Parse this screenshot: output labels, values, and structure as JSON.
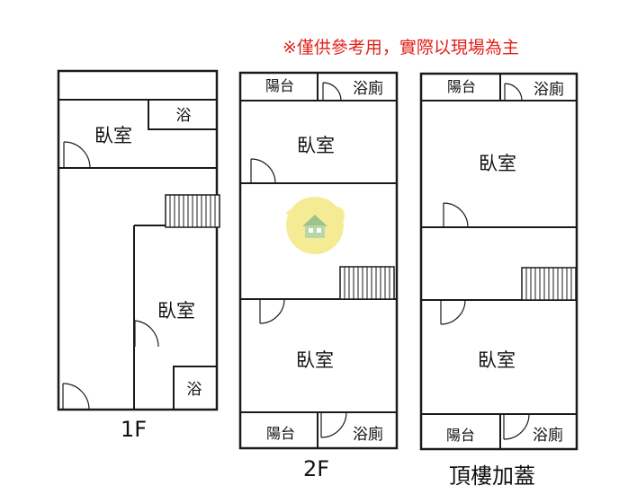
{
  "disclaimer": "※僅供參考用，實際以現場為主",
  "floors": {
    "f1": {
      "label": "1F",
      "rooms": [
        "臥室",
        "浴",
        "臥室",
        "浴"
      ]
    },
    "f2": {
      "label": "2F",
      "rooms": [
        "陽台",
        "浴廁",
        "臥室",
        "臥室",
        "陽台",
        "浴廁"
      ]
    },
    "roof": {
      "label": "頂樓加蓋",
      "rooms": [
        "陽台",
        "浴廁",
        "臥室",
        "臥室",
        "陽台",
        "浴廁"
      ]
    }
  },
  "colors": {
    "wall": "#1a1a1a",
    "disclaimer": "#e0201a",
    "watermark": "#f3e27a"
  }
}
